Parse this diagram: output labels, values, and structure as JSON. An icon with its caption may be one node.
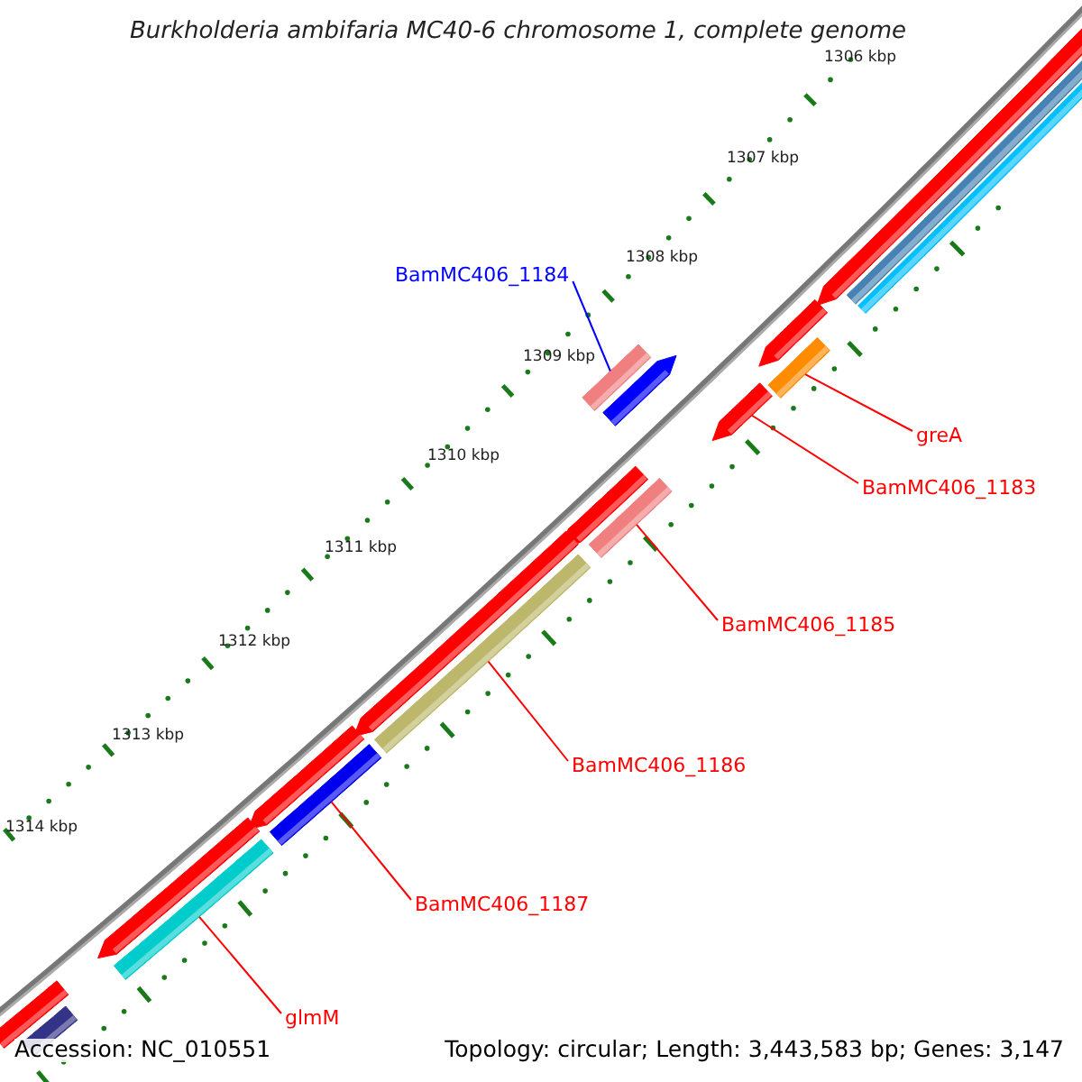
{
  "diagram": {
    "title": "Burkholderia ambifaria MC40-6 chromosome 1, complete genome",
    "nodes": [
      {
        "text": [
          "BamMC406_1184"
        ]
      },
      {
        "text": [
          "greA"
        ]
      },
      {
        "text": [
          "BamMC406_1183"
        ]
      },
      {
        "text": [
          "BamMC406_1185"
        ]
      },
      {
        "text": [
          "BamMC406_1186"
        ]
      },
      {
        "text": [
          "BamMC406_1187"
        ]
      },
      {
        "text": [
          "glmM"
        ]
      },
      {
        "text": [],
        "shape": "bar"
      },
      {
        "text": [],
        "shape": "bar"
      },
      {
        "text": [],
        "shape": "bar"
      },
      {
        "text": [],
        "shape": "bar"
      },
      {
        "text": [],
        "shape": "bar"
      },
      {
        "text": [],
        "shape": "bar"
      },
      {
        "text": [],
        "shape": "bar"
      },
      {
        "text": [],
        "shape": "bar"
      },
      {
        "text": [],
        "shape": "bar"
      },
      {
        "text": [],
        "shape": "bar"
      },
      {
        "text": [],
        "shape": "bar"
      },
      {
        "text": [],
        "shape": "bar"
      },
      {
        "text": [],
        "shape": "bar"
      },
      {
        "text": [],
        "shape": "bar"
      },
      {
        "text": [],
        "shape": "bar"
      },
      {
        "text": [],
        "shape": "bar"
      },
      {
        "text": [],
        "shape": "bar"
      },
      {
        "text": [],
        "shape": "bar"
      }
    ],
    "edges": [
      {
        "from": 0,
        "to": 14,
        "arrow": "none",
        "color": "#0000ff"
      },
      {
        "from": 1,
        "to": 11,
        "arrow": "none"
      },
      {
        "from": 2,
        "to": 12,
        "arrow": "none"
      },
      {
        "from": 3,
        "to": 16,
        "arrow": "none"
      },
      {
        "from": 4,
        "to": 18,
        "arrow": "none"
      },
      {
        "from": 5,
        "to": 20,
        "arrow": "none"
      },
      {
        "from": 6,
        "to": 22,
        "arrow": "none"
      }
    ],
    "labels": [
      "1306 kbp",
      "1307 kbp",
      "1308 kbp",
      "1309 kbp",
      "1310 kbp",
      "1311 kbp",
      "1312 kbp",
      "1313 kbp",
      "1314 kbp",
      "Accession: NC_010551",
      "Topology: circular; Length: 3,443,583 bp; Genes: 3,147"
    ]
  }
}
